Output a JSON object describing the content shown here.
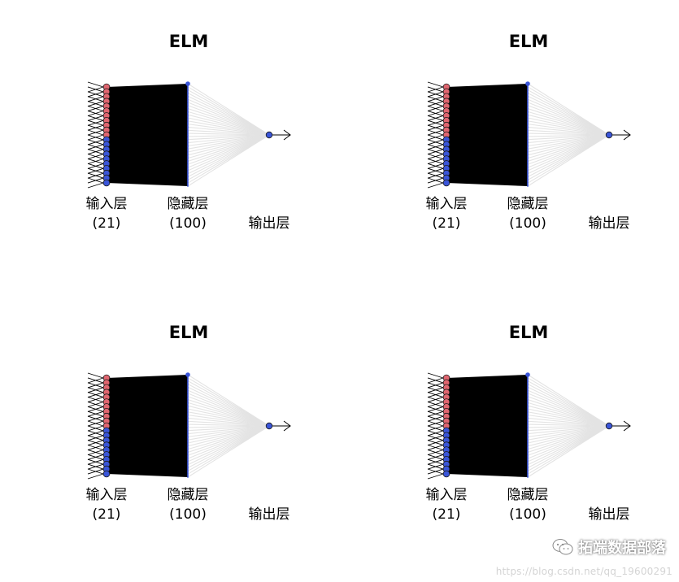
{
  "panels": [
    {
      "title": "ELM",
      "input_label": "输入层",
      "input_count": "(21)",
      "hidden_label": "隐藏层",
      "hidden_count": "(100)",
      "output_label": "输出层"
    },
    {
      "title": "ELM",
      "input_label": "输入层",
      "input_count": "(21)",
      "hidden_label": "隐藏层",
      "hidden_count": "(100)",
      "output_label": "输出层"
    },
    {
      "title": "ELM",
      "input_label": "输入层",
      "input_count": "(21)",
      "hidden_label": "隐藏层",
      "hidden_count": "(100)",
      "output_label": "输出层"
    },
    {
      "title": "ELM",
      "input_label": "输入层",
      "input_count": "(21)",
      "hidden_label": "隐藏层",
      "hidden_count": "(100)",
      "output_label": "输出层"
    }
  ],
  "network": {
    "input_nodes": 21,
    "hidden_nodes": 100,
    "output_nodes": 1,
    "red_input_nodes": 11
  },
  "colors": {
    "input_red": "#e06670",
    "input_blue": "#3a55d8",
    "hidden_node": "#3a55d8",
    "output_node": "#3a55d8",
    "dense_weights": "#000000",
    "output_weights": "#e3e3e3"
  },
  "watermark": {
    "logo_text": "拓端数据部落",
    "url": "https://blog.csdn.net/qq_19600291",
    "icon": "wechat-icon"
  }
}
